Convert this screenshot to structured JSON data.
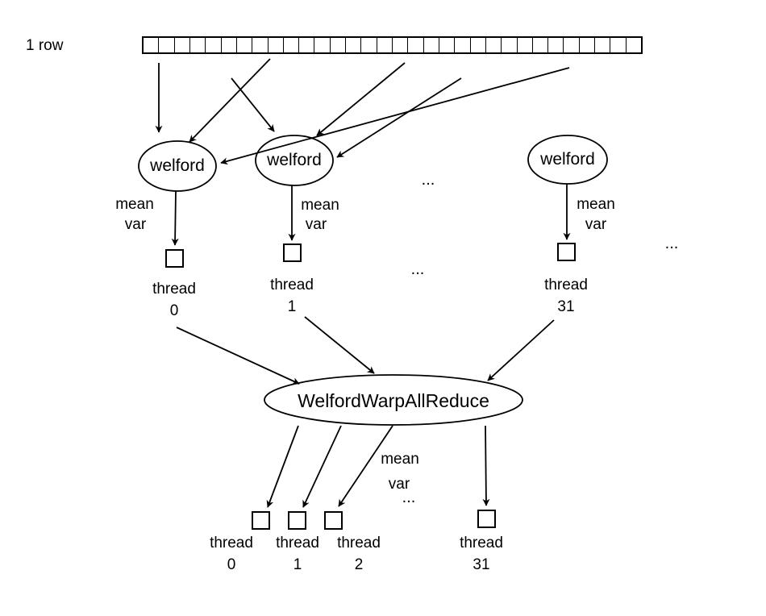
{
  "colors": {
    "ink": "#000000",
    "background": "#ffffff"
  },
  "diagram": {
    "row": {
      "label": "1 row",
      "cell_count": 32
    },
    "ellipsis": "...",
    "welford_nodes": [
      {
        "label": "welford",
        "out_mean": "mean",
        "out_var": "var",
        "thread_word": "thread",
        "thread_num": "0"
      },
      {
        "label": "welford",
        "out_mean": "mean",
        "out_var": "var",
        "thread_word": "thread",
        "thread_num": "1"
      },
      {
        "label": "welford",
        "out_mean": "mean",
        "out_var": "var",
        "thread_word": "thread",
        "thread_num": "31"
      }
    ],
    "reduce_node": {
      "label": "WelfordWarpAllReduce",
      "out_mean": "mean",
      "out_var": "var",
      "out_ellipsis": "..."
    },
    "output_threads": [
      {
        "word": "thread",
        "num": "0"
      },
      {
        "word": "thread",
        "num": "1"
      },
      {
        "word": "thread",
        "num": "2"
      },
      {
        "word": "thread",
        "num": "31"
      }
    ]
  }
}
